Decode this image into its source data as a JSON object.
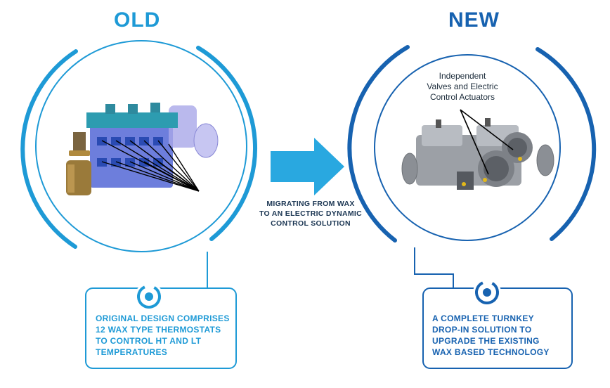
{
  "old": {
    "heading": "OLD",
    "description": [
      "ORIGINAL DESIGN COMPRISES",
      "12 WAX TYPE THERMOSTATS",
      "TO CONTROL HT AND LT",
      "TEMPERATURES"
    ]
  },
  "new": {
    "heading": "NEW",
    "callout": [
      "Independent",
      "Valves and Electric",
      "Control Actuators"
    ],
    "description": [
      "A COMPLETE TURNKEY",
      "DROP-IN SOLUTION TO",
      "UPGRADE THE EXISTING",
      "WAX BASED TECHNOLOGY"
    ]
  },
  "arrow": {
    "caption": [
      "MIGRATING FROM WAX",
      "TO AN ELECTRIC DYNAMIC",
      "CONTROL SOLUTION"
    ]
  },
  "colors": {
    "old_blue": "#1e9ad6",
    "new_blue": "#1762b0",
    "arrow_blue": "#29a8e0"
  },
  "icons": {
    "old_badge": "power-ring-icon",
    "new_badge": "power-ring-icon"
  }
}
